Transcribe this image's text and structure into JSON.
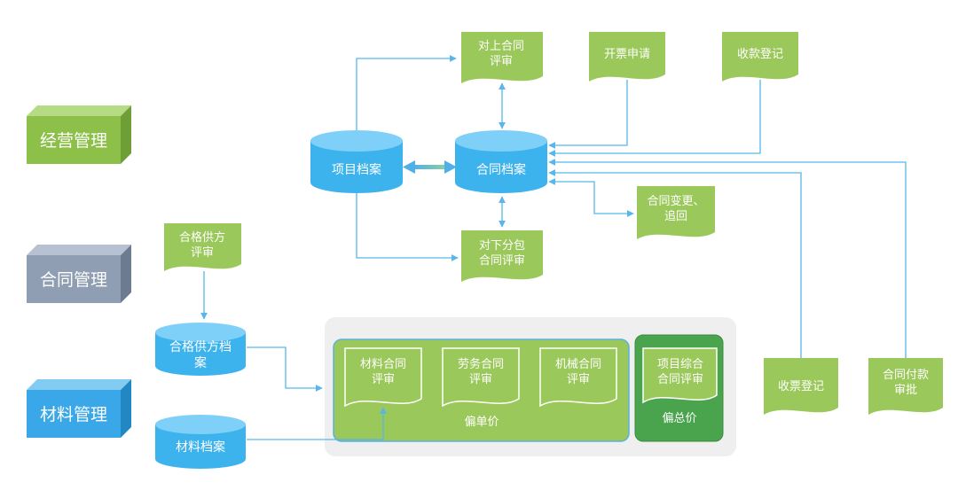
{
  "categories": {
    "business": "经营管理",
    "contract": "合同管理",
    "material": "材料管理"
  },
  "databases": {
    "project_archive": "项目档案",
    "contract_archive": "合同档案",
    "supplier_archive_l1": "合格供方档",
    "supplier_archive_l2": "案",
    "material_archive": "材料档案"
  },
  "documents": {
    "upper_review_l1": "对上合同",
    "upper_review_l2": "评审",
    "invoice_request": "开票申请",
    "payment_received": "收款登记",
    "change_l1": "合同变更、",
    "change_l2": "追回",
    "lower_review_l1": "对下分包",
    "lower_review_l2": "合同评审",
    "supplier_review_l1": "合格供方",
    "supplier_review_l2": "评审",
    "invoice_receipt": "收票登记",
    "payment_approval_l1": "合同付款",
    "payment_approval_l2": "审批",
    "material_review_l1": "材料合同",
    "material_review_l2": "评审",
    "labor_review_l1": "劳务合同",
    "labor_review_l2": "评审",
    "machine_review_l1": "机械合同",
    "machine_review_l2": "评审",
    "project_review_l1": "项目综合",
    "project_review_l2": "合同评审"
  },
  "groups": {
    "single_price": "偏单价",
    "total_price": "偏总价"
  },
  "colors": {
    "doc_green": "#9bc85a",
    "db_blue": "#3db3ee",
    "cube_green": "#8dc049",
    "cube_gray": "#8f9eb2",
    "cube_blue": "#3aa8e8",
    "arrow": "#58b6ea",
    "dark_green": "#4aa44d"
  }
}
